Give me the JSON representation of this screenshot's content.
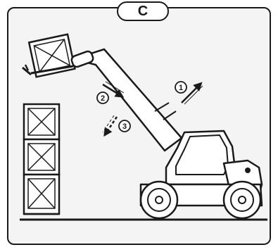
{
  "panel": {
    "label": "C"
  },
  "steps": [
    {
      "number": "1",
      "icon": "arrow-up-right-icon"
    },
    {
      "number": "2",
      "icon": "arrow-down-right-icon"
    },
    {
      "number": "3",
      "icon": "arrow-down-left-dashed-icon"
    }
  ],
  "colors": {
    "line": "#1a1a1a",
    "panel_background": "#f4f4f4",
    "page_background": "#ffffff"
  }
}
